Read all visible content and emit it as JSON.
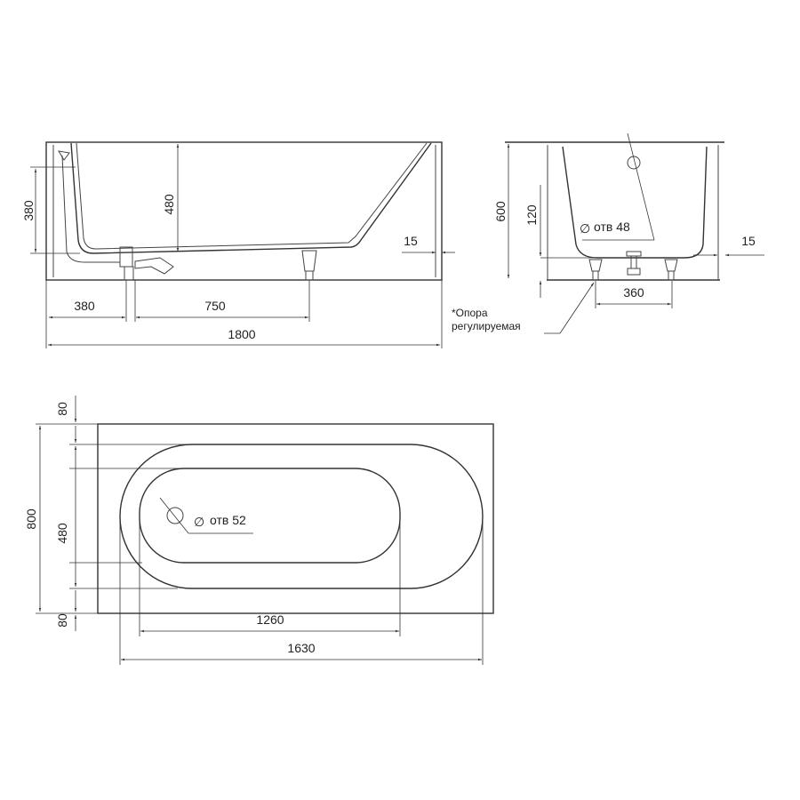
{
  "side_view": {
    "dim_overflow_height": "380",
    "dim_depth": "480",
    "dim_wall": "15",
    "dim_drain_offset": "380",
    "dim_feet_spacing": "750",
    "dim_length": "1800"
  },
  "end_view": {
    "dim_height": "600",
    "dim_foot_height": "120",
    "hole_label": "отв 48",
    "dim_wall": "15",
    "dim_feet_spacing": "360",
    "note_line1": "*Опора",
    "note_line2": "регулируемая"
  },
  "plan_view": {
    "dim_top_margin": "80",
    "dim_width": "800",
    "dim_inner_width": "480",
    "dim_bottom_margin": "80",
    "hole_label": "отв 52",
    "dim_inner_length": "1260",
    "dim_outer_length": "1630"
  }
}
